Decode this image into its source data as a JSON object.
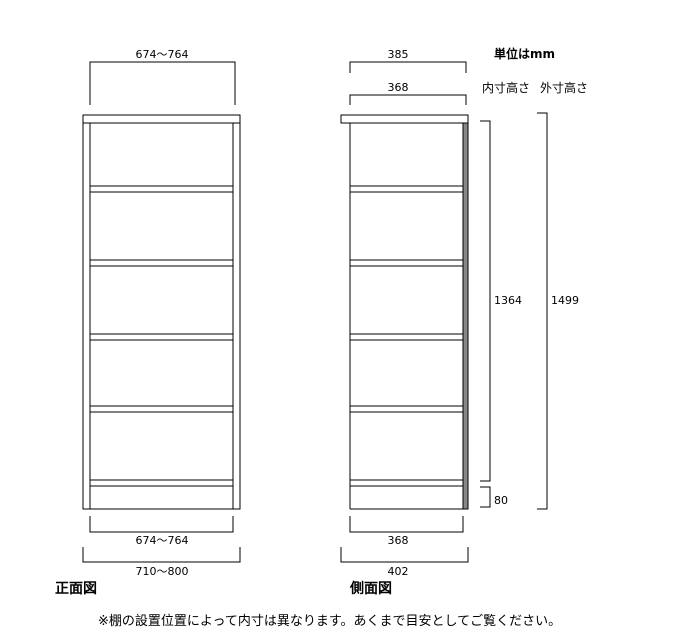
{
  "unit_label": "単位はmm",
  "header_inner_height": "内寸高さ",
  "header_outer_height": "外寸高さ",
  "front": {
    "title": "正面図",
    "top_width": "674～764",
    "inner_width": "674～764",
    "outer_width": "710～800"
  },
  "side": {
    "title": "側面図",
    "top_depth": "385",
    "inner_depth_top": "368",
    "inner_depth_bottom": "368",
    "outer_depth": "402",
    "inner_height": "1364",
    "base_height": "80",
    "outer_height": "1499"
  },
  "footnote": "※棚の設置位置によって内寸は異なります。あくまで目安としてご覧ください。"
}
